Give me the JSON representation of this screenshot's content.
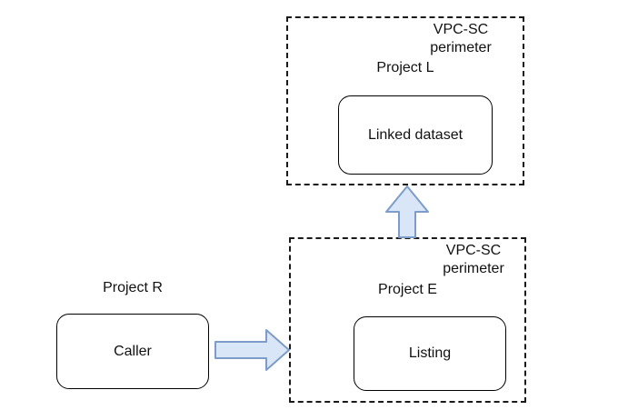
{
  "diagram": {
    "colors": {
      "arrow_fill": "#d9e6f7",
      "arrow_stroke": "#7e9cc9",
      "border": "#000000",
      "background": "#ffffff"
    },
    "perimeter_top": {
      "label_line1": "VPC-SC",
      "label_line2": "perimeter",
      "project": "Project L",
      "node": "Linked dataset"
    },
    "perimeter_bottom": {
      "label_line1": "VPC-SC",
      "label_line2": "perimeter",
      "project": "Project E",
      "node": "Listing"
    },
    "external": {
      "project": "Project R",
      "node": "Caller"
    },
    "icons": {
      "right_arrow": "right-arrow",
      "up_arrow": "up-arrow"
    }
  }
}
